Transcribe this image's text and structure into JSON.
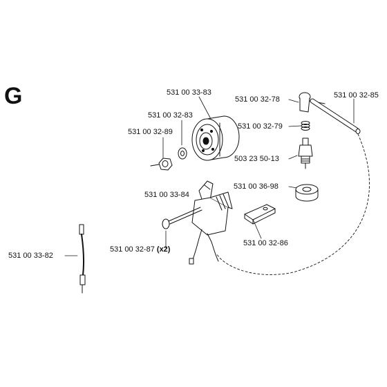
{
  "diagram": {
    "section_letter": "G",
    "parts": [
      {
        "id": "p1",
        "number": "531 00 33-83",
        "qty": ""
      },
      {
        "id": "p2",
        "number": "531 00 32-83",
        "qty": ""
      },
      {
        "id": "p3",
        "number": "531 00 32-89",
        "qty": ""
      },
      {
        "id": "p4",
        "number": "531 00 33-84",
        "qty": ""
      },
      {
        "id": "p5",
        "number": "531 00 32-87",
        "qty": "(x2)"
      },
      {
        "id": "p6",
        "number": "531 00 33-82",
        "qty": ""
      },
      {
        "id": "p7",
        "number": "531 00 32-78",
        "qty": ""
      },
      {
        "id": "p8",
        "number": "531 00 32-85",
        "qty": ""
      },
      {
        "id": "p9",
        "number": "531 00 32-79",
        "qty": ""
      },
      {
        "id": "p10",
        "number": "503 23 50-13",
        "qty": ""
      },
      {
        "id": "p11",
        "number": "531 00 36-98",
        "qty": ""
      },
      {
        "id": "p12",
        "number": "531 00 32-86",
        "qty": ""
      }
    ]
  }
}
